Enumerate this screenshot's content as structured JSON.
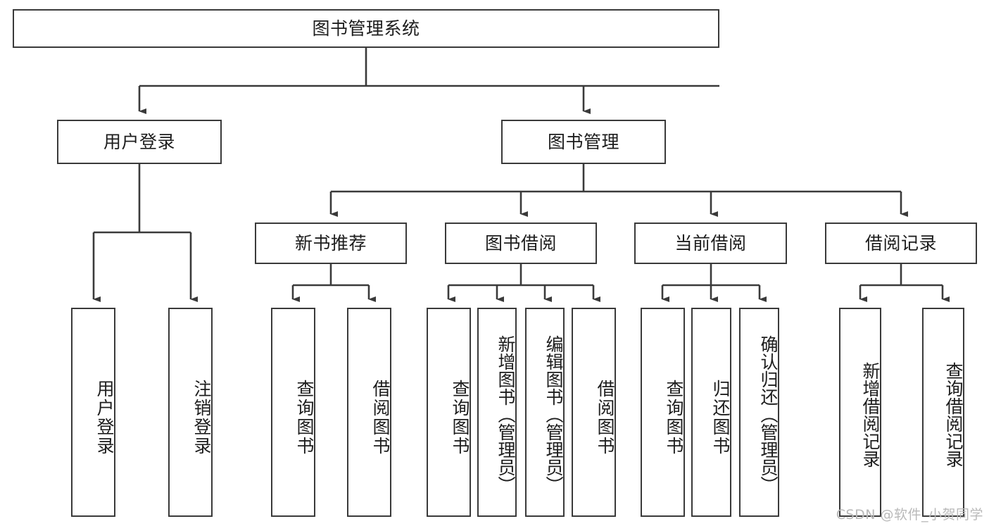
{
  "diagram": {
    "title": "图书管理系统",
    "type": "tree-hierarchy-diagram",
    "colors": {
      "box_border": "#3a3a3a",
      "box_fill": "#ffffff",
      "connector": "#3a3a3a",
      "text": "#1d1d1d",
      "watermark": "#b9b9b9",
      "background": "#ffffff"
    },
    "root": {
      "label": "图书管理系统"
    },
    "level2": [
      {
        "label": "用户登录"
      },
      {
        "label": "图书管理"
      }
    ],
    "level3": [
      {
        "label": "新书推荐"
      },
      {
        "label": "图书借阅"
      },
      {
        "label": "当前借阅"
      },
      {
        "label": "借阅记录"
      }
    ],
    "leaves": {
      "user_login": [
        {
          "label": "用户登录"
        },
        {
          "label": "注销登录"
        }
      ],
      "new_book_recommend": [
        {
          "label": "查询图书"
        },
        {
          "label": "借阅图书"
        }
      ],
      "book_borrow": [
        {
          "label": "查询图书"
        },
        {
          "label": "新增图书（管理员）"
        },
        {
          "label": "编辑图书（管理员）"
        },
        {
          "label": "借阅图书"
        }
      ],
      "current_borrow": [
        {
          "label": "查询图书"
        },
        {
          "label": "归还图书"
        },
        {
          "label": "确认归还（管理员）"
        }
      ],
      "borrow_record": [
        {
          "label": "新增借阅记录"
        },
        {
          "label": "查询借阅记录"
        }
      ]
    },
    "watermark": "CSDN @软件_小贺同学"
  }
}
